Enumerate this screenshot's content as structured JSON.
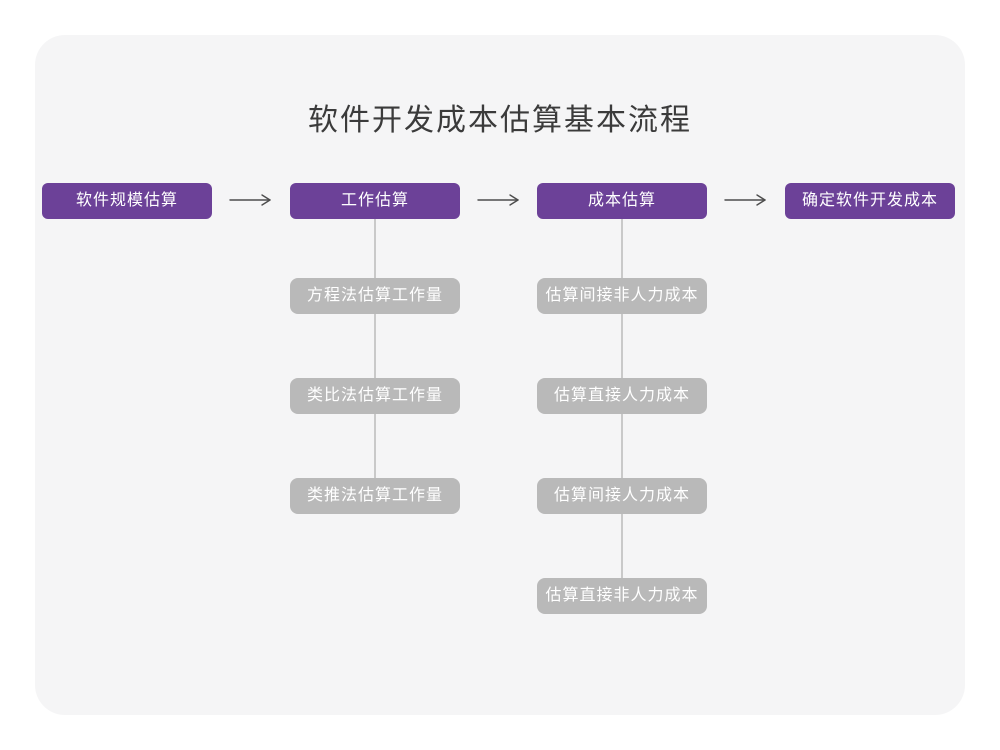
{
  "diagram": {
    "title": "软件开发成本估算基本流程",
    "stages": [
      {
        "label": "软件规模估算"
      },
      {
        "label": "工作估算"
      },
      {
        "label": "成本估算"
      },
      {
        "label": "确定软件开发成本"
      }
    ],
    "work_estimation_methods": [
      "方程法估算工作量",
      "类比法估算工作量",
      "类推法估算工作量"
    ],
    "cost_estimation_steps": [
      "估算间接非人力成本",
      "估算直接人力成本",
      "估算间接人力成本",
      "估算直接非人力成本"
    ]
  },
  "theme": {
    "page-bg": "#ffffff",
    "card-bg": "#f5f5f6",
    "purple": "#6c4198",
    "gray-box": "#b9b9b9",
    "line": "#c9c9c9",
    "arrow": "#4d4d4d",
    "title-color": "#3b3b3b",
    "box-text": "#ffffff"
  }
}
